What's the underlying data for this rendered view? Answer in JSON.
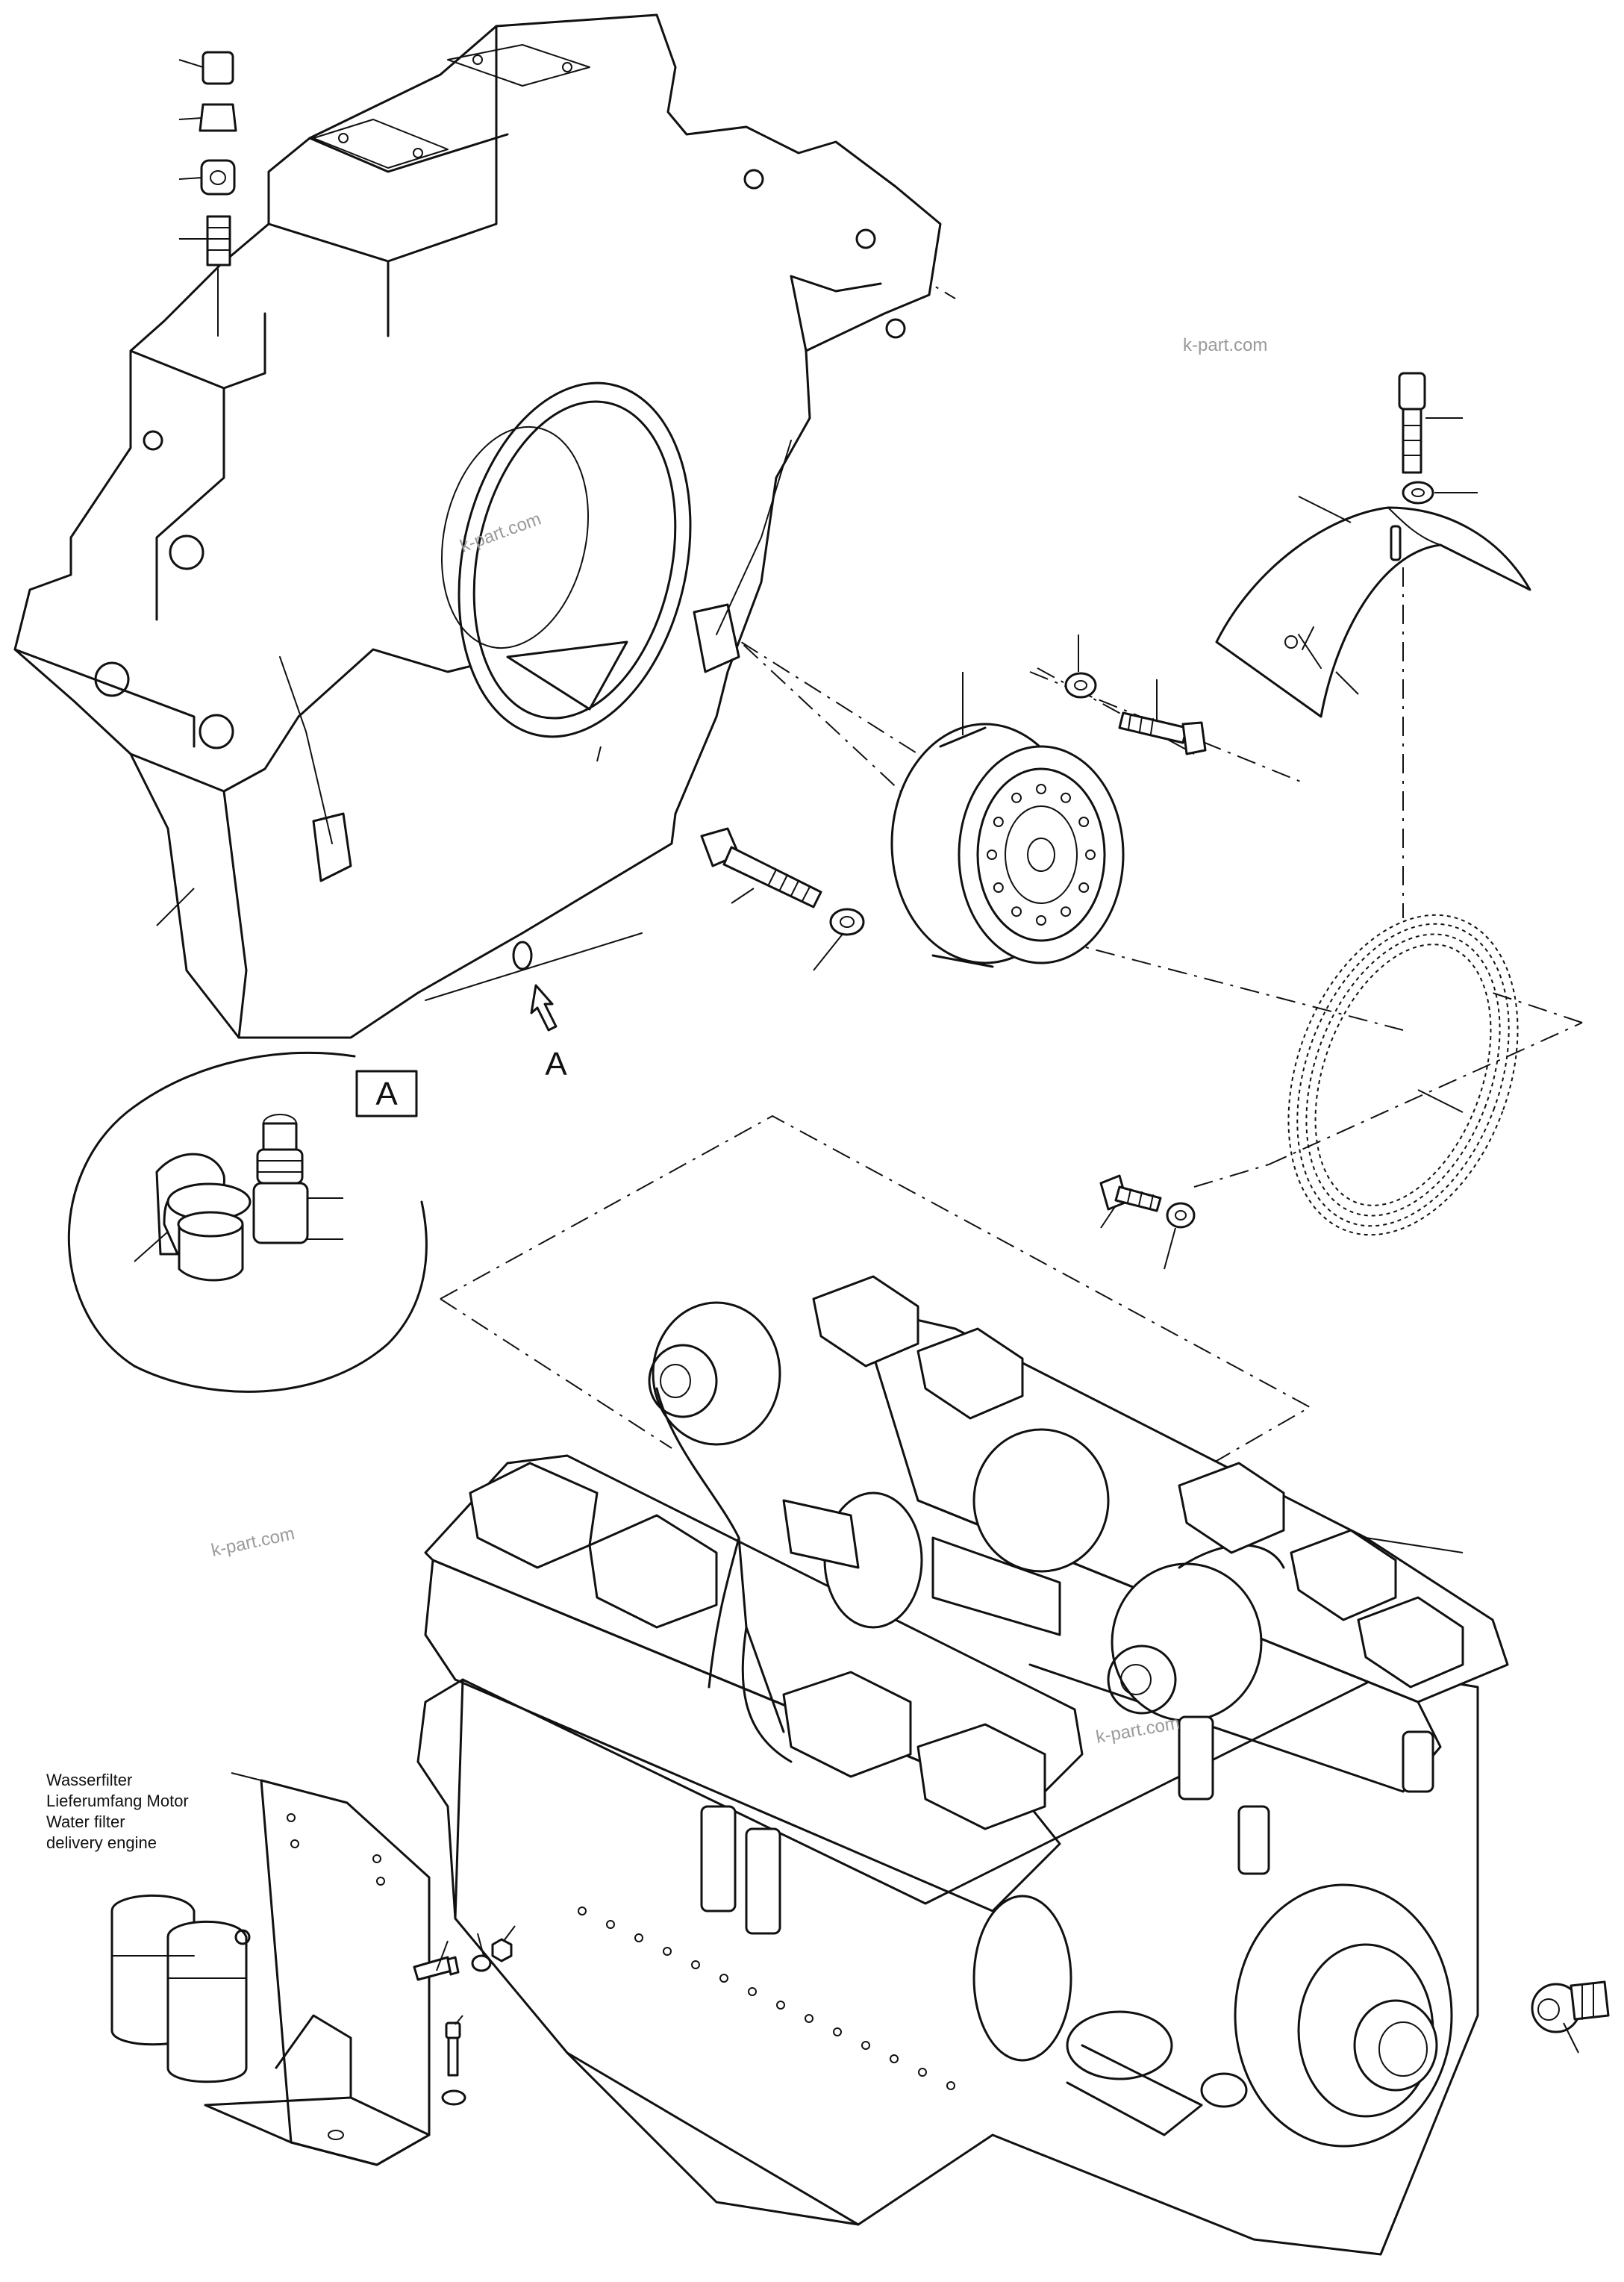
{
  "detail_label": "A",
  "view_arrow_label": "A",
  "watermarks": [
    "k-part.com",
    "k-part.com",
    "k-part.com",
    "k-part.com"
  ],
  "water_filter_note": {
    "line1": "Wasserfilter",
    "line2": "Lieferumfang Motor",
    "line3": "Water filter",
    "line4": "delivery engine"
  },
  "colors": {
    "ink": "#111111",
    "paper": "#ffffff",
    "watermark": "#9a9a9a"
  }
}
